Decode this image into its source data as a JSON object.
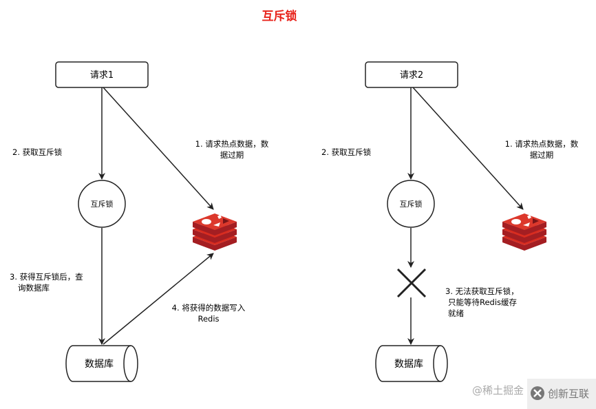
{
  "title": "互斥锁",
  "colors": {
    "title": "#e8231b",
    "redis": "#c8262b",
    "stroke": "#222222"
  },
  "left": {
    "request": "请求1",
    "lock": "互斥锁",
    "db": "数据库",
    "step1": [
      "1. 请求热点数据，数",
      "据过期"
    ],
    "step2": "2. 获取互斥锁",
    "step3": [
      "3. 获得互斥锁后，查",
      "询数据库"
    ],
    "step4": [
      "4. 将获得的数据写入",
      "Redis"
    ]
  },
  "right": {
    "request": "请求2",
    "lock": "互斥锁",
    "db": "数据库",
    "step1": [
      "1. 请求热点数据，数",
      "据过期"
    ],
    "step2": "2. 获取互斥锁",
    "step3": [
      "3. 无法获取互斥锁，",
      "只能等待Redis缓存",
      "就绪"
    ]
  },
  "watermark": {
    "juejin": "@稀土掘金",
    "logo": "创新互联"
  }
}
